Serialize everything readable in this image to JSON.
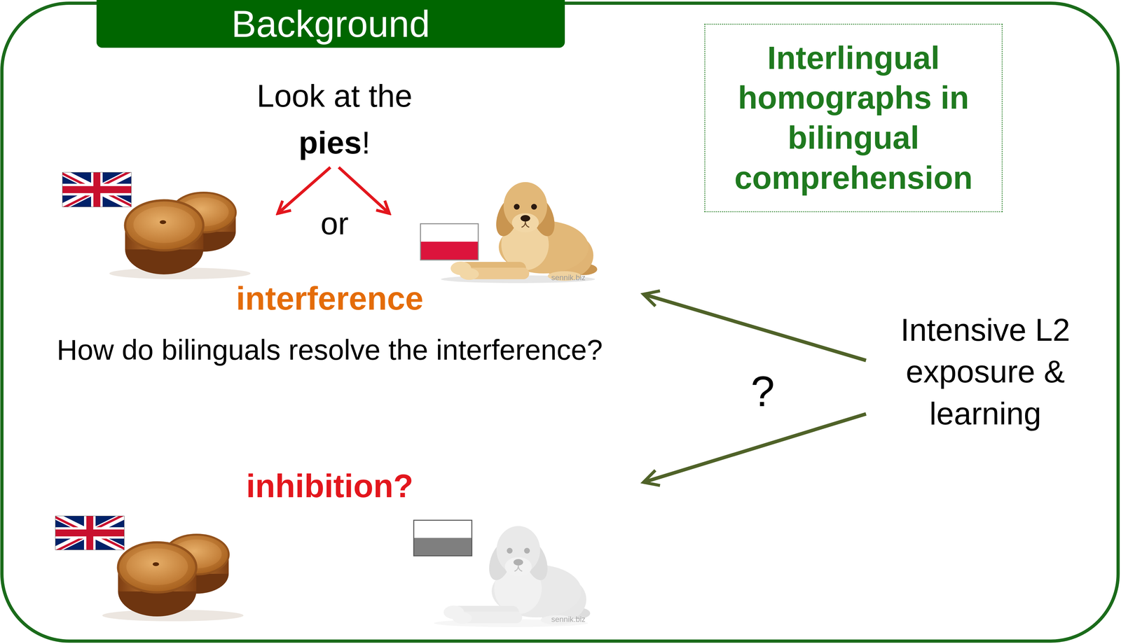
{
  "diagram": {
    "title": "Background",
    "nodes": [
      {
        "text": [
          "Interlingual homographs in bilingual comprehension"
        ]
      },
      {
        "text": [
          "interference",
          "How do bilinguals resolve the interference?"
        ]
      },
      {
        "text": [
          "inhibition?"
        ]
      },
      {
        "text": [
          "Intensive L2 exposure & learning"
        ]
      }
    ],
    "edges": [
      {
        "from": 3,
        "to": 1,
        "arrow": "to"
      },
      {
        "from": 3,
        "to": 2,
        "arrow": "to"
      }
    ],
    "labels": [
      "Look at the",
      "pies",
      "!",
      "or",
      "?",
      "sennik.biz",
      "sennik.biz"
    ]
  }
}
